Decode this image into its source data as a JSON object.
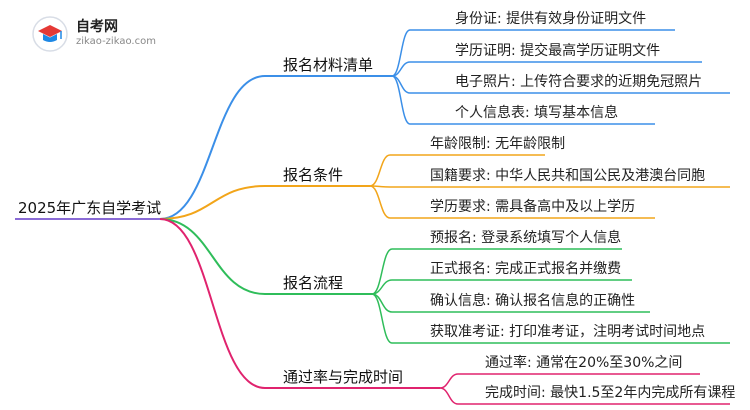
{
  "logo": {
    "title": "自考网",
    "url": "zikao-zikao.com"
  },
  "root": "2025年广东自学考试",
  "branches": [
    {
      "label": "报名材料清单",
      "color": "#3b8fe8",
      "children": [
        "身份证: 提供有效身份证明文件",
        "学历证明: 提交最高学历证明文件",
        "电子照片: 上传符合要求的近期免冠照片",
        "个人信息表: 填写基本信息"
      ]
    },
    {
      "label": "报名条件",
      "color": "#f2a51a",
      "children": [
        "年龄限制: 无年龄限制",
        "国籍要求: 中华人民共和国公民及港澳台同胞",
        "学历要求: 需具备高中及以上学历"
      ]
    },
    {
      "label": "报名流程",
      "color": "#2fbd5a",
      "children": [
        "预报名: 登录系统填写个人信息",
        "正式报名: 完成正式报名并缴费",
        "确认信息: 确认报名信息的正确性",
        "获取准考证: 打印准考证，注明考试时间地点"
      ]
    },
    {
      "label": "通过率与完成时间",
      "color": "#e0236e",
      "children": [
        "通过率: 通常在20%至30%之间",
        "完成时间: 最快1.5至2年内完成所有课程"
      ]
    }
  ]
}
